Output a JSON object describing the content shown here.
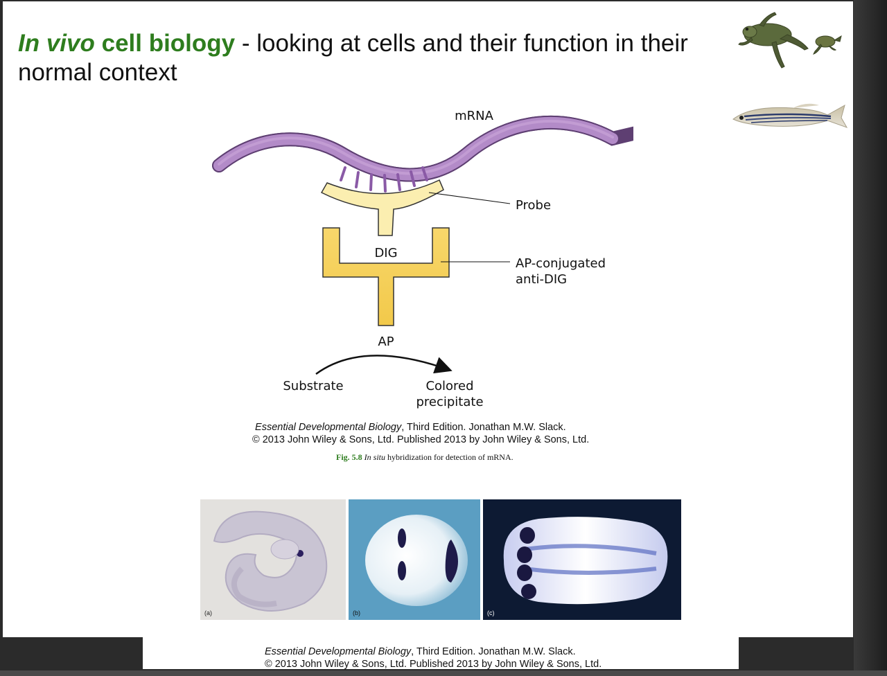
{
  "title": {
    "part1": "In vivo",
    "part2": " cell biology",
    "part3": " - looking at cells and their function in their normal context"
  },
  "diagram": {
    "mrna": "mRNA",
    "probe": "Probe",
    "dig": "DIG",
    "ap_conj_line1": "AP-conjugated",
    "ap_conj_line2": "anti-DIG",
    "ap": "AP",
    "substrate": "Substrate",
    "colored_line1": "Colored",
    "colored_line2": "precipitate"
  },
  "credit": {
    "book": "Essential Developmental Biology",
    "edition": ", Third Edition. Jonathan M.W. Slack.",
    "copyright": "© 2013 John Wiley & Sons, Ltd. Published 2013 by John Wiley & Sons, Ltd."
  },
  "caption": {
    "fig_num": "Fig. 5.8",
    "fig_italic": "In situ",
    "fig_text": " hybridization for detection of mRNA."
  },
  "panels": {
    "a": "(a)",
    "b": "(b)",
    "c": "(c)"
  },
  "bottom_credit": {
    "book": "Essential Developmental Biology",
    "edition": ", Third Edition. Jonathan M.W. Slack.",
    "copyright": "© 2013 John Wiley & Sons, Ltd. Published 2013 by John Wiley & Sons, Ltd."
  },
  "colors": {
    "title_green": "#2e7d1e",
    "mrna_purple": "#a277b8",
    "antibody_yellow": "#f5cf5a"
  }
}
